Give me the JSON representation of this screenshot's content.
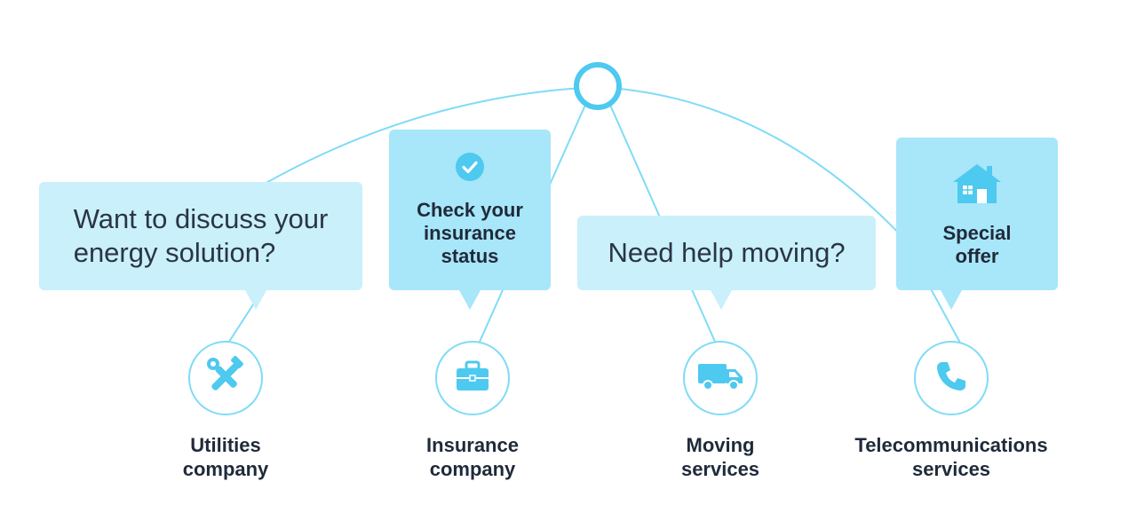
{
  "colors": {
    "line": "#7fdcf7",
    "hub": "#4ec9f0",
    "icon": "#4ec9f0",
    "bubble_light": "#c9f0fb",
    "bubble_strong": "#a8e6f9",
    "text": "#1f2a3a"
  },
  "bubbles": [
    {
      "line1": "Want to discuss your",
      "line2": "energy solution?"
    },
    {
      "icon": "check-circle-icon",
      "line1": "Check your",
      "line2": "insurance",
      "line3": "status"
    },
    {
      "line1": "Need help moving?"
    },
    {
      "icon": "house-icon",
      "line1": "Special",
      "line2": "offer"
    }
  ],
  "nodes": [
    {
      "icon": "tools-icon",
      "line1": "Utilities",
      "line2": "company"
    },
    {
      "icon": "briefcase-icon",
      "line1": "Insurance",
      "line2": "company"
    },
    {
      "icon": "truck-icon",
      "line1": "Moving",
      "line2": "services"
    },
    {
      "icon": "phone-icon",
      "line1": "Telecommunications",
      "line2": "services"
    }
  ]
}
